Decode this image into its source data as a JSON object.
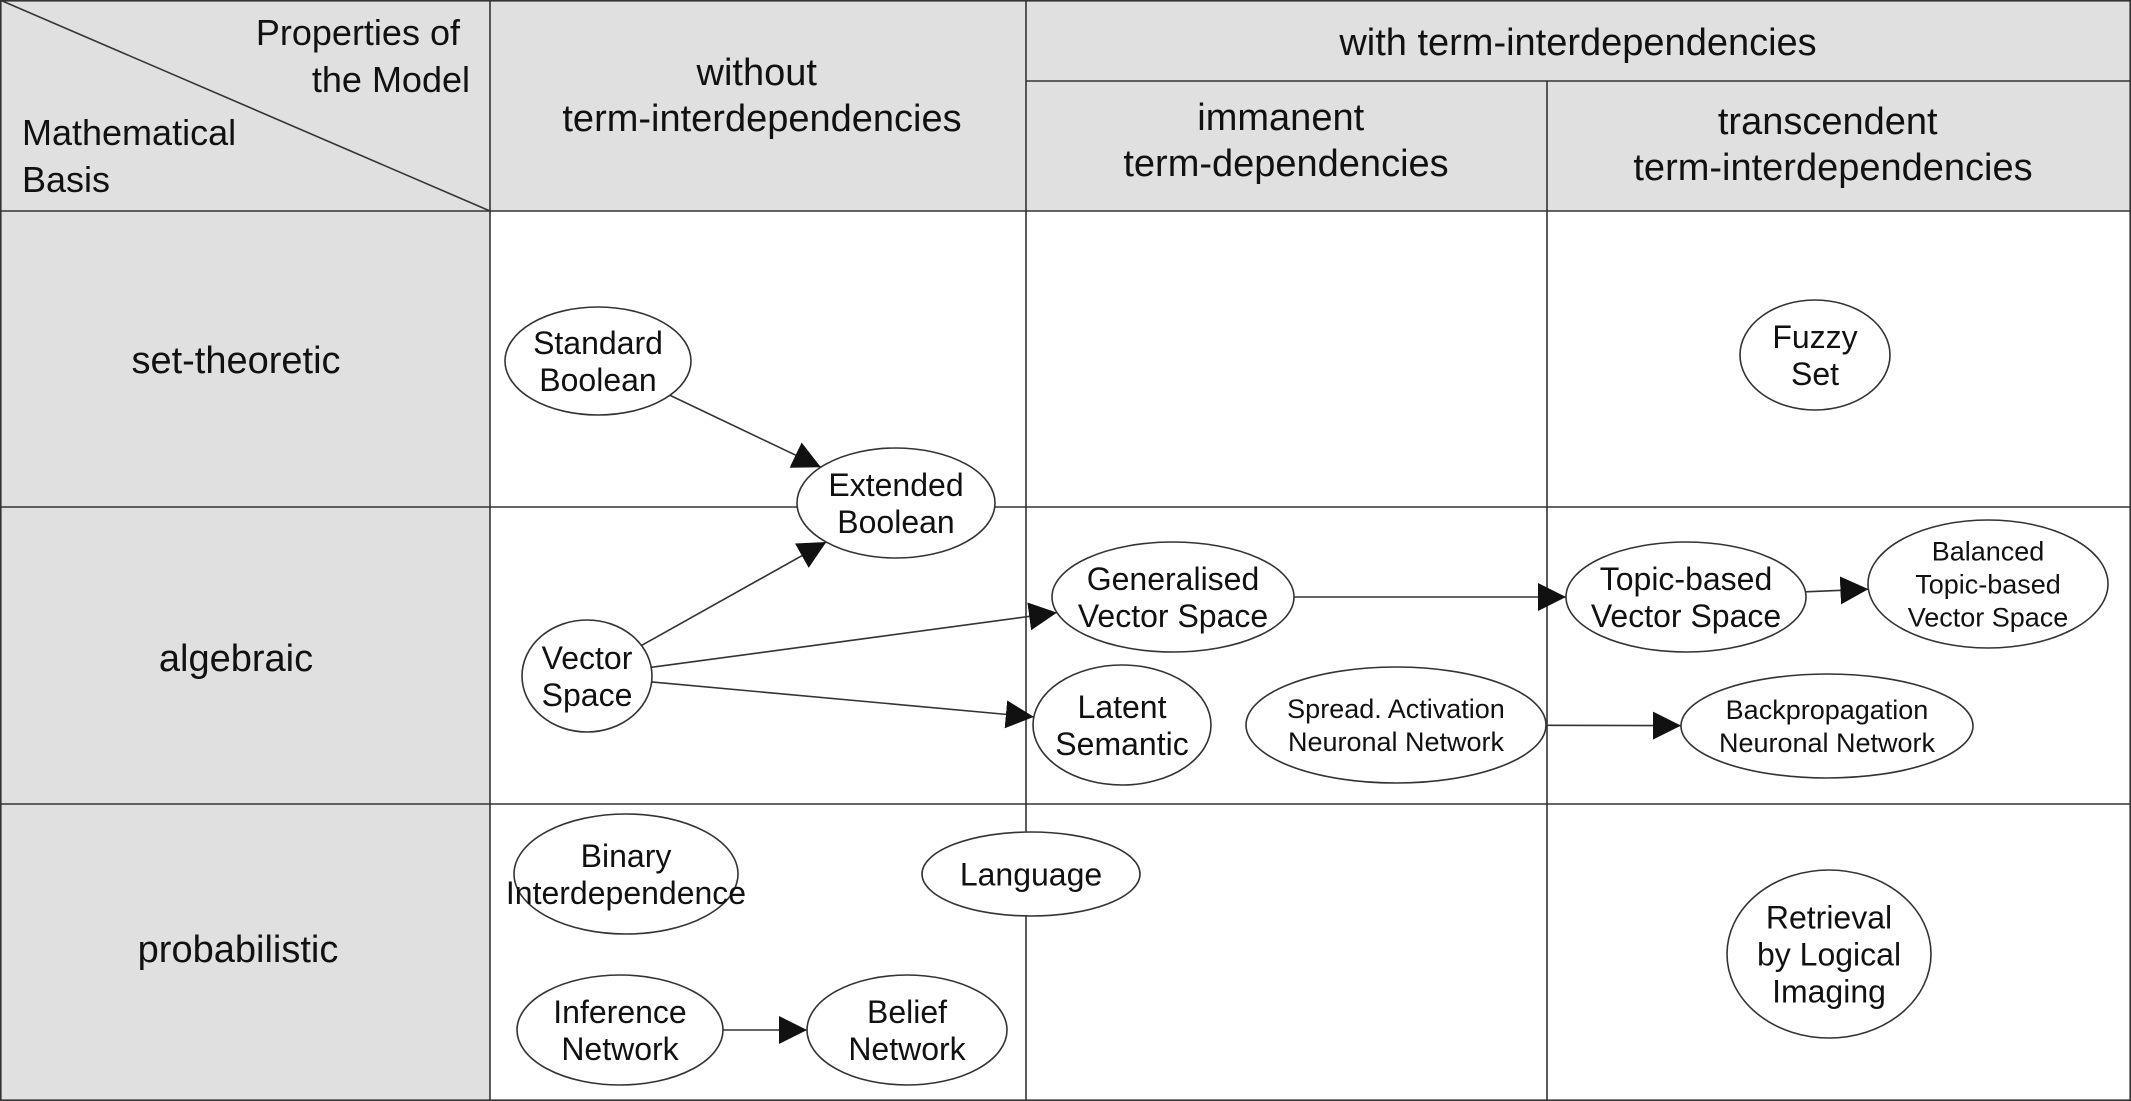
{
  "header": {
    "corner_top": [
      "Properties of",
      "the Model"
    ],
    "corner_bottom": [
      "Mathematical",
      "Basis"
    ],
    "without": [
      "without",
      "term-interdependencies"
    ],
    "with": "with term-interdependencies",
    "immanent": [
      "immanent",
      "term-dependencies"
    ],
    "transcendent": [
      "transcendent",
      "term-interdependencies"
    ]
  },
  "rows": {
    "set_theoretic": "set-theoretic",
    "algebraic": "algebraic",
    "probabilistic": "probabilistic"
  },
  "nodes": {
    "standard_boolean": [
      "Standard",
      "Boolean"
    ],
    "extended_boolean": [
      "Extended",
      "Boolean"
    ],
    "fuzzy_set": [
      "Fuzzy",
      "Set"
    ],
    "vector_space": [
      "Vector",
      "Space"
    ],
    "generalised_vector_space": [
      "Generalised",
      "Vector Space"
    ],
    "topic_based_vector_space": [
      "Topic-based",
      "Vector Space"
    ],
    "balanced_topic_based_vector_space": [
      "Balanced",
      "Topic-based",
      "Vector Space"
    ],
    "latent_semantic": [
      "Latent",
      "Semantic"
    ],
    "spread_activation_neuronal_network": [
      "Spread. Activation",
      "Neuronal Network"
    ],
    "backpropagation_neuronal_network": [
      "Backpropagation",
      "Neuronal Network"
    ],
    "binary_interdependence": [
      "Binary",
      "Interdependence"
    ],
    "language": [
      "Language"
    ],
    "inference_network": [
      "Inference",
      "Network"
    ],
    "belief_network": [
      "Belief",
      "Network"
    ],
    "retrieval_by_logical_imaging": [
      "Retrieval",
      "by Logical",
      "Imaging"
    ]
  },
  "colors": {
    "header_fill": "#e0e0e0",
    "cell_fill": "#ffffff",
    "line": "#333333",
    "text": "#111111"
  }
}
